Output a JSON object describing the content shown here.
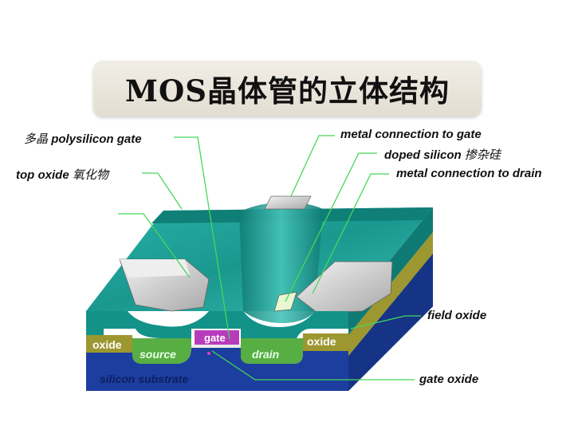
{
  "title": "MOS晶体管的立体结构",
  "labels": {
    "polysilicon_gate": {
      "en": "polysilicon gate",
      "cn": "多晶"
    },
    "top_oxide": {
      "en": "top oxide",
      "cn": "氧化物"
    },
    "metal_gate": {
      "en": "metal connection to gate"
    },
    "doped_silicon": {
      "en": "doped silicon",
      "cn": "掺杂硅"
    },
    "metal_drain": {
      "en": "metal connection to drain"
    },
    "field_oxide": {
      "en": "field oxide"
    },
    "gate_oxide": {
      "en": "gate oxide"
    }
  },
  "cross_section": {
    "oxide_left": "oxide",
    "source": "source",
    "gate": "gate",
    "drain": "drain",
    "oxide_right": "oxide",
    "substrate": "silicon substrate"
  },
  "colors": {
    "teal_dark": "#0e7f79",
    "teal": "#22a59c",
    "teal_light": "#5ccdc2",
    "substrate": "#1c3e9e",
    "substrate_dark": "#132c78",
    "field_oxide": "#9c9730",
    "doped": "#57ae43",
    "gate": "#b73cbb",
    "metal": "#d6d6d6",
    "leader": "#44d85a"
  }
}
